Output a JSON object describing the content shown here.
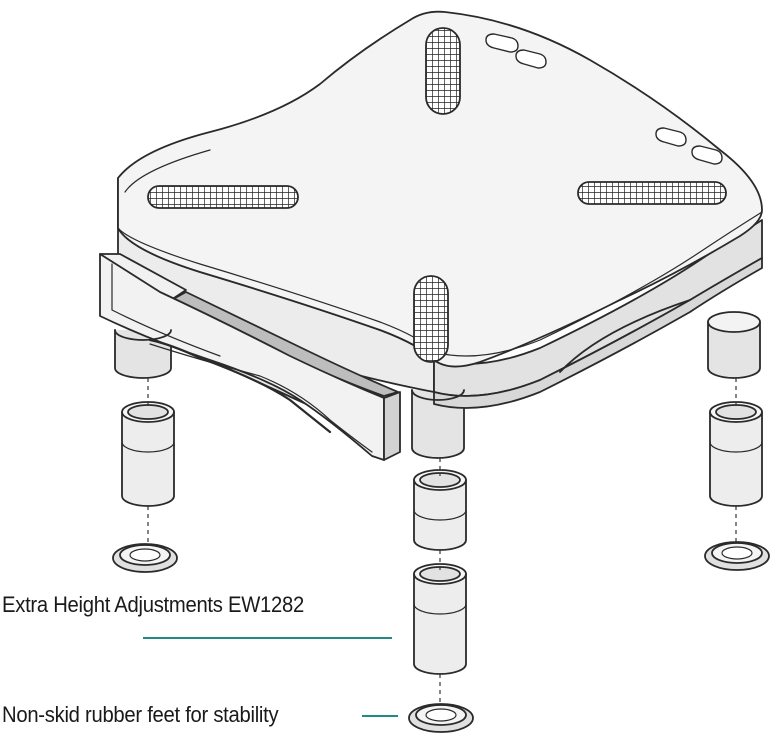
{
  "callouts": {
    "extra_height": "Extra Height Adjustments EW1282",
    "rubber_feet": "Non-skid rubber feet for stability"
  },
  "colors": {
    "outline": "#2a2a2a",
    "fill_light": "#f1f1f1",
    "fill_mid": "#dcdcdc",
    "tray_bed": "#bdbdbd",
    "callout_line": "#1f8a86"
  },
  "icons": {
    "grille": "ventilation-grille",
    "foot": "rubber-foot"
  }
}
